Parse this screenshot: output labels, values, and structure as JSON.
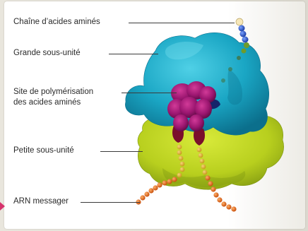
{
  "labels": {
    "amino_chain": "Chaîne d’acides aminés",
    "large_subunit": "Grande sous-unité",
    "site_line1": "Site de polymérisation",
    "site_line2": "des acides aminés",
    "small_subunit": "Petite sous-unité",
    "mrna": "ARN messager"
  },
  "colors": {
    "large_subunit": "#1aa6c4",
    "small_subunit": "#b8cf1e",
    "polymerisation_site": "#9b1670",
    "trna_dark": "#7a0f2c",
    "mrna_beads": "#e06a1a",
    "amino_chain_beads": "#2f55c8"
  }
}
